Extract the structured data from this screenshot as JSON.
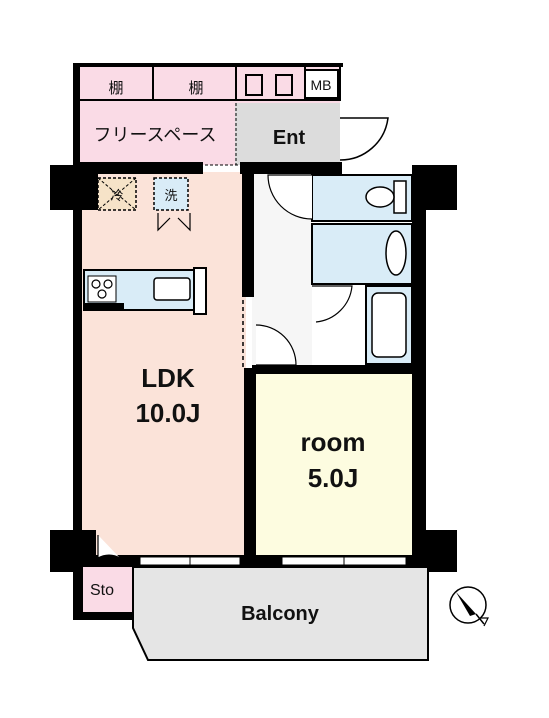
{
  "plan": {
    "shelf_left": "棚",
    "shelf_right": "棚",
    "meter_box": "MB",
    "free_space": "フリースペース",
    "entrance": "Ent",
    "fridge": "冷",
    "washer": "洗",
    "ldk_name": "LDK",
    "ldk_size": "10.0J",
    "room_name": "room",
    "room_size": "5.0J",
    "storage": "Sto",
    "balcony": "Balcony",
    "compass": "north-arrow-icon"
  },
  "colors": {
    "ldk": "#fbe3d9",
    "room": "#fdfce0",
    "storage_pink": "#fadbe6",
    "entrance_gray": "#dcdcdc",
    "wet_blue": "#d9ecf7",
    "corridor": "#f6f6f6",
    "wall": "#000000"
  }
}
